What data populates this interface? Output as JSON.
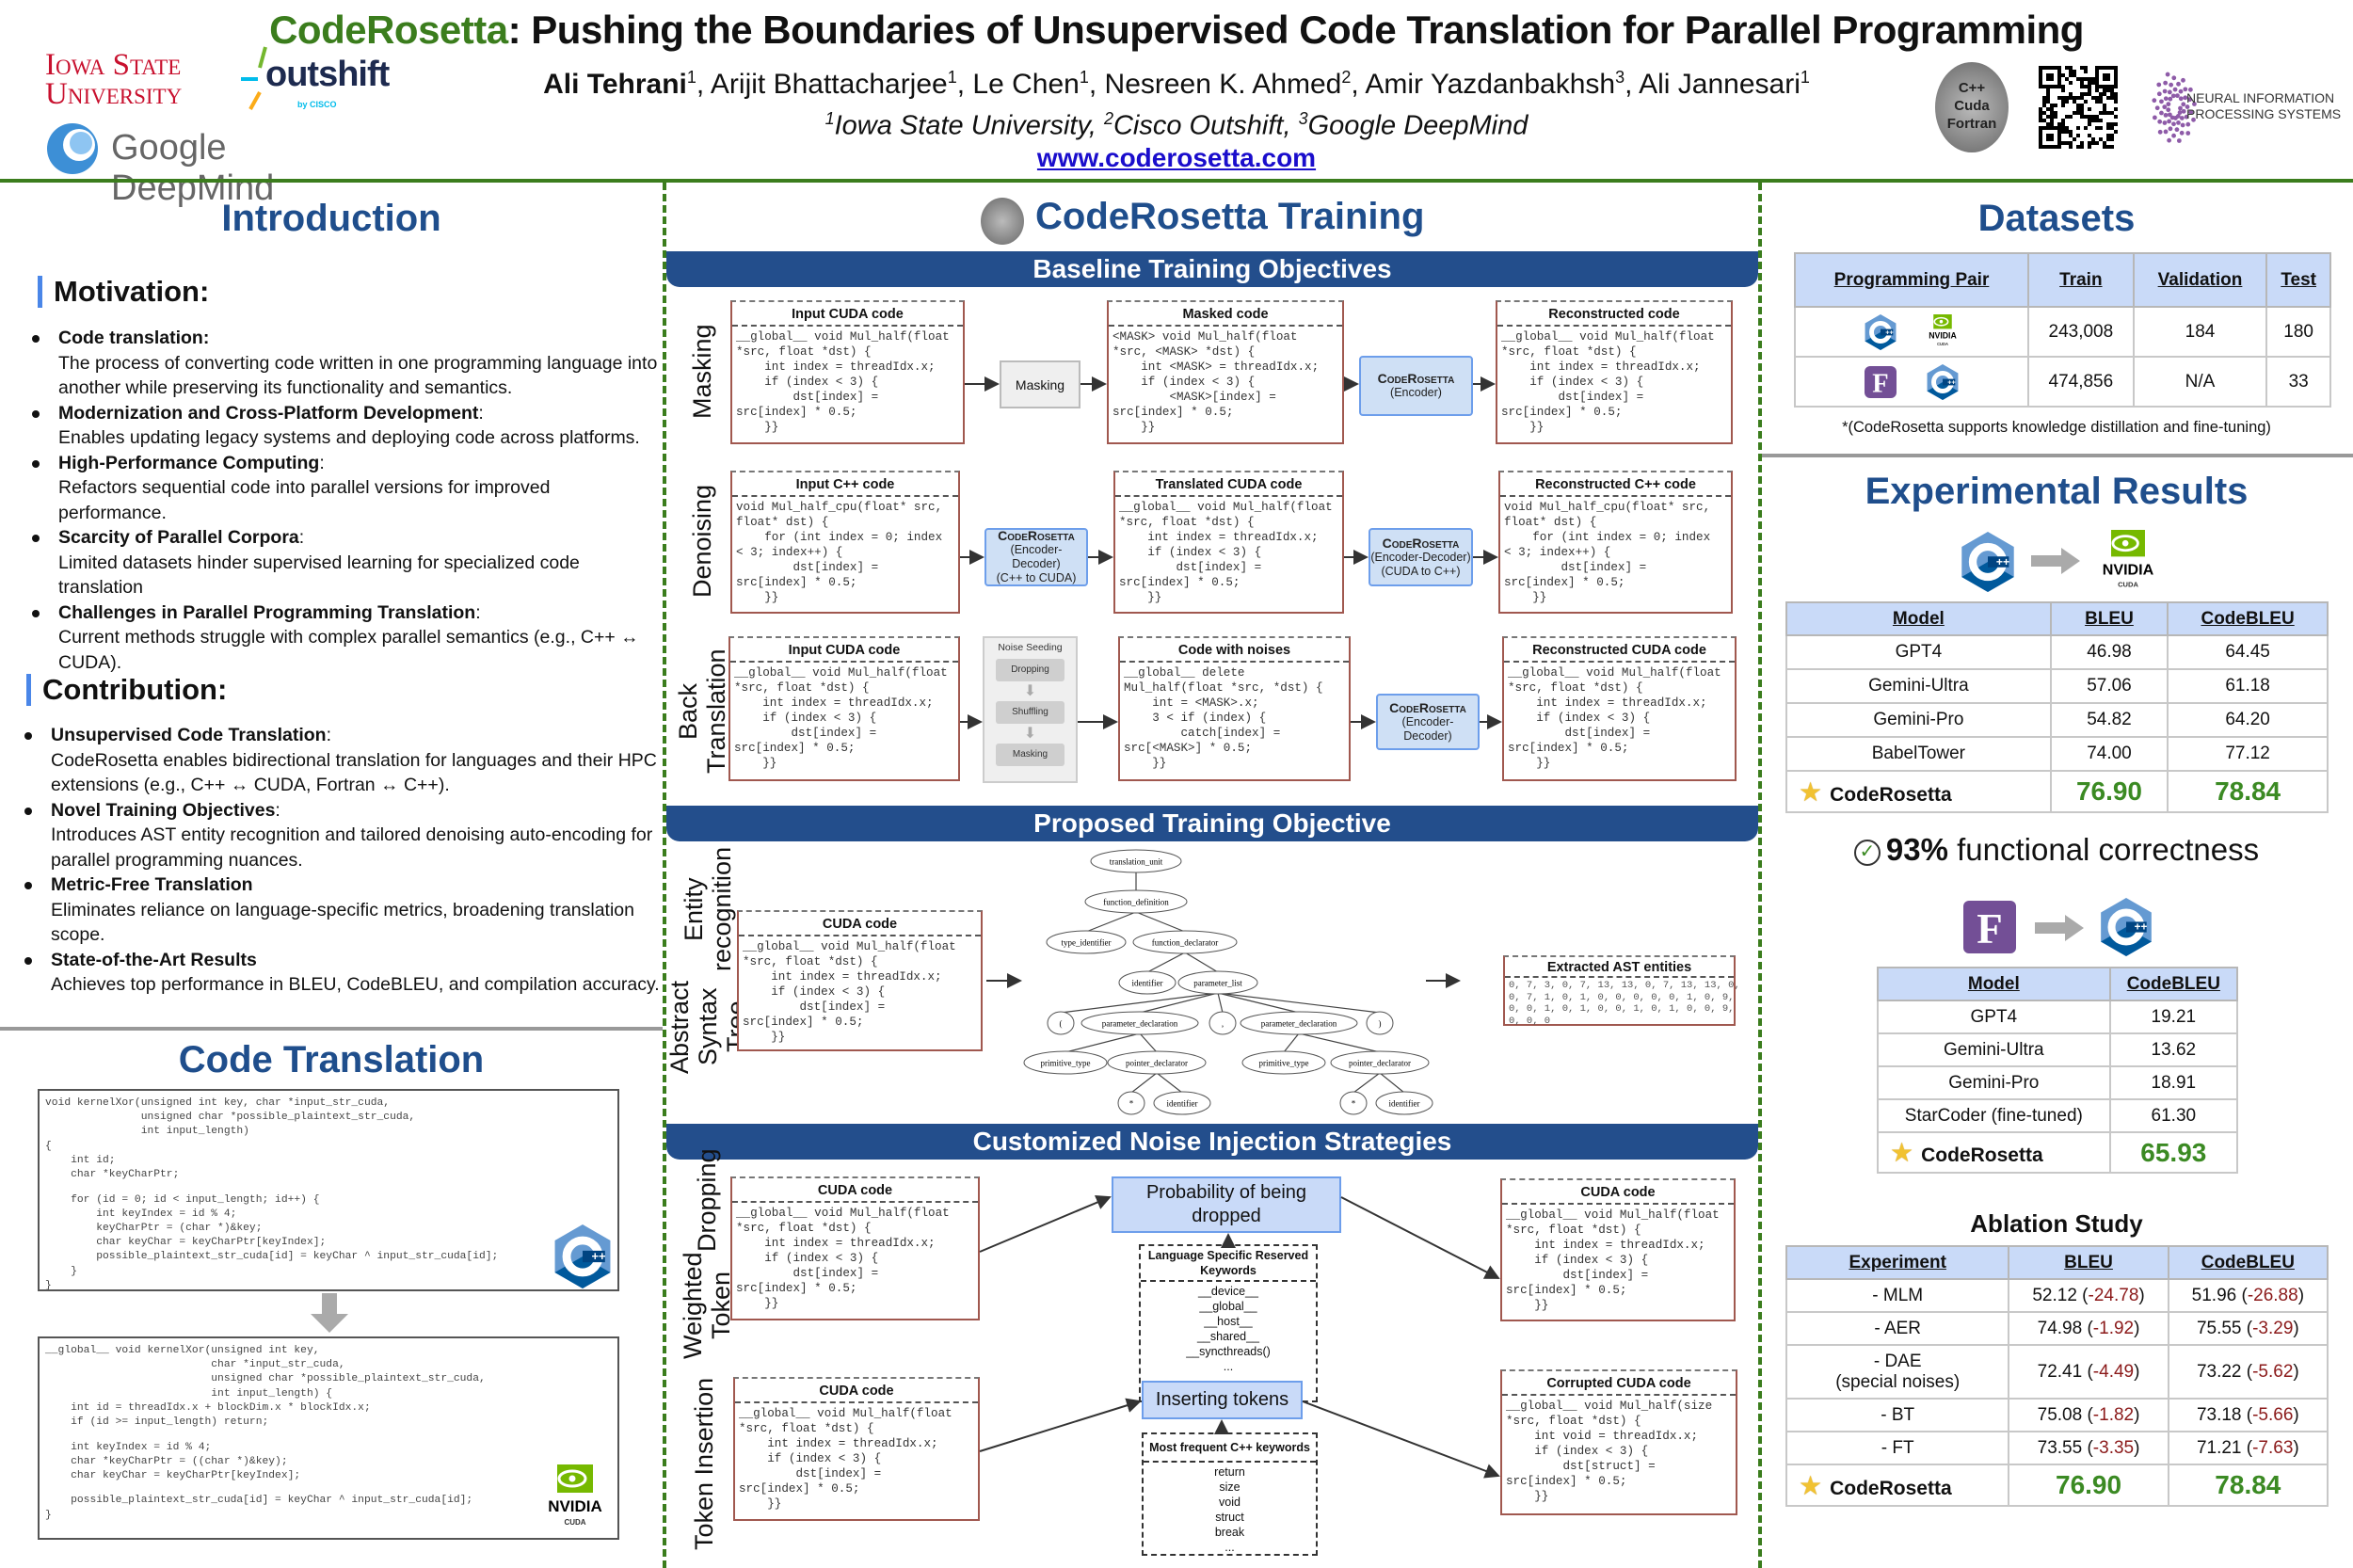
{
  "header": {
    "title_brand": "CodeRosetta",
    "title_rest": ": Pushing the Boundaries of Unsupervised Code Translation for Parallel Programming",
    "authors": [
      {
        "name": "Ali Tehrani",
        "sup": "1",
        "bold": true
      },
      {
        "name": "Arijit Bhattacharjee",
        "sup": "1"
      },
      {
        "name": "Le Chen",
        "sup": "1"
      },
      {
        "name": "Nesreen K. Ahmed",
        "sup": "2"
      },
      {
        "name": "Amir Yazdanbakhsh",
        "sup": "3"
      },
      {
        "name": "Ali Jannesari",
        "sup": "1"
      }
    ],
    "affiliations": [
      {
        "sup": "1",
        "name": "Iowa State University"
      },
      {
        "sup": "2",
        "name": "Cisco Outshift"
      },
      {
        "sup": "3",
        "name": "Google DeepMind"
      }
    ],
    "url": "www.coderosetta.com",
    "logos": {
      "iowa_state": [
        "Iowa State",
        "University"
      ],
      "outshift": "outshift",
      "outshift_sub": "by CISCO",
      "deepmind": "Google DeepMind",
      "coin": [
        "C++",
        "Cuda",
        "Fortran"
      ],
      "neurips": [
        "NEURAL INFORMATION",
        "PROCESSING SYSTEMS"
      ]
    },
    "colors": {
      "brand_green": "#3b7d1d",
      "section_blue": "#1f4e8c",
      "banner_blue": "#234e8c"
    }
  },
  "introduction": {
    "title": "Introduction",
    "motivation": {
      "heading": "Motivation:",
      "items": [
        {
          "head": "Code translation:",
          "sep": "",
          "text": "The process of converting code written in one programming language into another while preserving its functionality and semantics."
        },
        {
          "head": "Modernization and Cross-Platform Development",
          "sep": ":",
          "text": "Enables updating legacy systems and deploying code across platforms."
        },
        {
          "head": "High-Performance Computing",
          "sep": ":",
          "text": "Refactors sequential code into parallel versions for improved performance."
        },
        {
          "head": "Scarcity of Parallel Corpora",
          "sep": ":",
          "text": "Limited datasets hinder supervised learning for specialized code translation"
        },
        {
          "head": "Challenges in Parallel Programming Translation",
          "sep": ":",
          "text": "Current methods struggle with complex parallel semantics (e.g., C++ ↔ CUDA)."
        }
      ]
    },
    "contribution": {
      "heading": "Contribution:",
      "items": [
        {
          "head": "Unsupervised Code Translation",
          "sep": ":",
          "text": "CodeRosetta enables bidirectional translation for languages and their HPC extensions (e.g., C++ ↔ CUDA, Fortran ↔ C++)."
        },
        {
          "head": "Novel Training Objectives",
          "sep": ":",
          "text": "Introduces AST entity recognition and tailored denoising auto-encoding for parallel programming nuances."
        },
        {
          "head": "Metric-Free Translation",
          "sep": "",
          "text": "Eliminates reliance on language-specific metrics, broadening translation scope."
        },
        {
          "head": "State-of-the-Art Results",
          "sep": "",
          "text": "Achieves top performance in BLEU, CodeBLEU, and compilation accuracy."
        }
      ]
    }
  },
  "code_translation": {
    "title": "Code Translation",
    "source_icon": "cpp-logo-icon",
    "target_icon": "nvidia-cuda-logo-icon",
    "source_code": [
      "void kernelXor(unsigned int key, char *input_str_cuda,",
      "               unsigned char *possible_plaintext_str_cuda,",
      "               int input_length)",
      "{",
      "    int id;",
      "    char *keyCharPtr;",
      "",
      "    for (id = 0; id < input_length; id++) {",
      "        int keyIndex = id % 4;",
      "        keyCharPtr = (char *)&key;",
      "        char keyChar = keyCharPtr[keyIndex];",
      "        possible_plaintext_str_cuda[id] = keyChar ^ input_str_cuda[id];",
      "    }",
      "}"
    ],
    "target_code": [
      "__global__ void kernelXor(unsigned int key,",
      "                          char *input_str_cuda,",
      "                          unsigned char *possible_plaintext_str_cuda,",
      "                          int input_length) {",
      "    int id = threadIdx.x + blockDim.x * blockIdx.x;",
      "    if (id >= input_length) return;",
      "",
      "    int keyIndex = id % 4;",
      "    char *keyCharPtr = ((char *)&key);",
      "    char keyChar = keyCharPtr[keyIndex];",
      "",
      "    possible_plaintext_str_cuda[id] = keyChar ^ input_str_cuda[id];",
      "}"
    ]
  },
  "training": {
    "title": "CodeRosetta Training",
    "baseline": {
      "banner": "Baseline Training Objectives",
      "masking": {
        "label": "Masking",
        "input_title": "Input CUDA code",
        "op": "Masking",
        "masked_title": "Masked code",
        "model": "CodeRosetta",
        "model_sub": "(Encoder)",
        "output_title": "Reconstructed code"
      },
      "denoising": {
        "label": "Denoising",
        "input_title": "Input C++ code",
        "model1": "CodeRosetta",
        "model1_sub": "(Encoder-Decoder)",
        "model1_dir": "(C++ to CUDA)",
        "mid_title": "Translated CUDA code",
        "model2": "CodeRosetta",
        "model2_sub": "(Encoder-Decoder)",
        "model2_dir": "(CUDA to C++)",
        "output_title": "Reconstructed C++ code"
      },
      "back_translation": {
        "label": "Back Translation",
        "input_title": "Input CUDA code",
        "noise_title": "Noise Seeding",
        "noise_steps": [
          "Dropping",
          "Shuffling",
          "Masking"
        ],
        "noisy_title": "Code with noises",
        "model": "CodeRosetta",
        "model_sub": "(Encoder-Decoder)",
        "output_title": "Reconstructed CUDA code"
      }
    },
    "proposed": {
      "banner": "Proposed Training Objective",
      "label_line1": "Abstract Syntax Tree",
      "label_line2": "Entity recognition",
      "input_title": "CUDA code",
      "ast_nodes": [
        "translation_unit",
        "function_definition",
        "type_identifier",
        "function_declarator",
        "identifier",
        "parameter_list",
        "(",
        "parameter_declaration",
        ",",
        "parameter_declaration",
        ")",
        "primitive_type",
        "pointer_declarator",
        "primitive_type",
        "pointer_declarator",
        "*",
        "identifier",
        "*",
        "identifier"
      ],
      "output_title": "Extracted AST entities",
      "entities": [
        "0, 7, 3, 0, 7, 13, 13, 0, 7, 13, 13, 0,",
        "0, 7, 1, 0, 1, 0, 0, 0, 0, 0, 1, 0, 9,",
        "0, 0, 1, 0, 1, 0, 0, 1, 0, 1, 0, 0, 9,",
        "0, 0, 0"
      ]
    },
    "noise": {
      "banner": "Customized Noise Injection Strategies",
      "weighted": {
        "label_line1": "Weighted Token",
        "label_line2": "Dropping",
        "input_title": "CUDA code",
        "prob_box": "Probability of being dropped",
        "keywords_title": "Language Specific Reserved Keywords",
        "keywords": [
          "__device__",
          "__global__",
          "__host__",
          "__shared__",
          "__syncthreads()",
          "..."
        ],
        "output_title": "CUDA code"
      },
      "insertion": {
        "label": "Token Insertion",
        "input_title": "CUDA code",
        "op_box": "Inserting tokens",
        "keywords_title": "Most frequent C++ keywords",
        "keywords": [
          "return",
          "size",
          "void",
          "struct",
          "break",
          "..."
        ],
        "output_title": "Corrupted CUDA code"
      }
    },
    "snippets": {
      "cuda": [
        "__global__ void Mul_half(float",
        "*src, float *dst) {",
        "    int index = threadIdx.x;",
        "    if (index < 3) {",
        "        dst[index] =",
        "src[index] * 0.5;",
        "    }}"
      ],
      "masked": [
        "<MASK> void Mul_half(float",
        "*src, <MASK> *dst) {",
        "    int <MASK> = threadIdx.x;",
        "    if (index < 3) {",
        "        <MASK>[index] =",
        "src[index] * 0.5;",
        "    }}"
      ],
      "cpp": [
        "void Mul_half_cpu(float* src,",
        "float* dst) {",
        "    for (int index = 0; index",
        "< 3; index++) {",
        "        dst[index] =",
        "src[index] * 0.5;",
        "    }}"
      ],
      "noisy": [
        "__global__ delete",
        "Mul_half(float *src, *dst) {",
        "    int = <MASK>.x;",
        "    3 < if (index) {",
        "        catch[index] =",
        "src[<MASK>] * 0.5;",
        "    }}"
      ],
      "corrupted": [
        "__global__ void Mul_half(size",
        "*src, float *dst) {",
        "    int void = threadIdx.x;",
        "    if (index < 3) {",
        "        dst[struct] =",
        "src[index] * 0.5;",
        "    }}"
      ]
    }
  },
  "datasets": {
    "title": "Datasets",
    "columns": [
      "Programming Pair",
      "Train",
      "Validation",
      "Test"
    ],
    "rows": [
      {
        "pair_icons": [
          "cpp-logo-icon",
          "nvidia-cuda-logo-icon"
        ],
        "train": "243,008",
        "validation": "184",
        "test": "180"
      },
      {
        "pair_icons": [
          "fortran-logo-icon",
          "cpp-logo-icon"
        ],
        "train": "474,856",
        "validation": "N/A",
        "test": "33"
      }
    ],
    "footnote": "*(CodeRosetta supports knowledge distillation and fine-tuning)"
  },
  "results": {
    "title": "Experimental Results",
    "cpp_to_cuda": {
      "columns": [
        "Model",
        "BLEU",
        "CodeBLEU"
      ],
      "rows": [
        [
          "GPT4",
          "46.98",
          "64.45"
        ],
        [
          "Gemini-Ultra",
          "57.06",
          "61.18"
        ],
        [
          "Gemini-Pro",
          "54.82",
          "64.20"
        ],
        [
          "BabelTower",
          "74.00",
          "77.12"
        ]
      ],
      "best": [
        "CodeRosetta",
        "76.90",
        "78.84"
      ]
    },
    "functional": {
      "value": "93%",
      "text": "functional correctness"
    },
    "fortran_to_cpp": {
      "columns": [
        "Model",
        "CodeBLEU"
      ],
      "rows": [
        [
          "GPT4",
          "19.21"
        ],
        [
          "Gemini-Ultra",
          "13.62"
        ],
        [
          "Gemini-Pro",
          "18.91"
        ],
        [
          "StarCoder (fine-tuned)",
          "61.30"
        ]
      ],
      "best": [
        "CodeRosetta",
        "65.93"
      ]
    },
    "ablation": {
      "title": "Ablation Study",
      "columns": [
        "Experiment",
        "BLEU",
        "CodeBLEU"
      ],
      "rows": [
        {
          "exp": "- MLM",
          "bleu": "52.12",
          "bleu_d": "-24.78",
          "cb": "51.96",
          "cb_d": "-26.88"
        },
        {
          "exp": "- AER",
          "bleu": "74.98",
          "bleu_d": "-1.92",
          "cb": "75.55",
          "cb_d": "-3.29"
        },
        {
          "exp": "- DAE",
          "exp2": "(special noises)",
          "bleu": "72.41",
          "bleu_d": "-4.49",
          "cb": "73.22",
          "cb_d": "-5.62"
        },
        {
          "exp": "- BT",
          "bleu": "75.08",
          "bleu_d": "-1.82",
          "cb": "73.18",
          "cb_d": "-5.66"
        },
        {
          "exp": "- FT",
          "bleu": "73.55",
          "bleu_d": "-3.35",
          "cb": "71.21",
          "cb_d": "-7.63"
        }
      ],
      "best": [
        "CodeRosetta",
        "76.90",
        "78.84"
      ]
    },
    "colors": {
      "best": "#3b8a23",
      "delta": "#8b1a1a",
      "header_bg": "#c9daf8"
    }
  }
}
